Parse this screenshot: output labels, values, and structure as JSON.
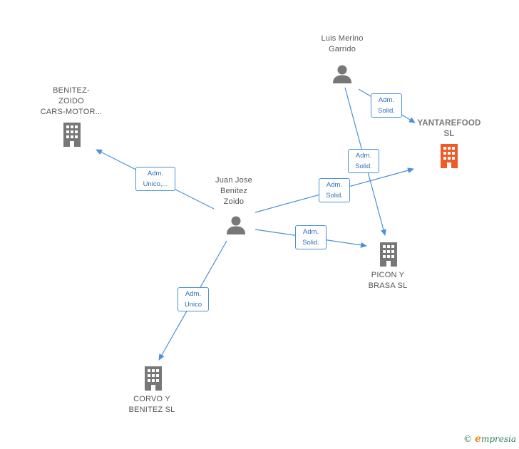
{
  "colors": {
    "edge": "#4a90d9",
    "building": "#777777",
    "highlight_building": "#f05a28",
    "person": "#777777"
  },
  "nodes": {
    "luis": {
      "label": "Luis Merino\nGarrido",
      "type": "person"
    },
    "juan": {
      "label": "Juan Jose\nBenitez\nZoido",
      "type": "person"
    },
    "benitez_cars": {
      "label": "BENITEZ-\nZOIDO\nCARS-MOTOR...",
      "type": "company"
    },
    "yantarefood": {
      "label": "YANTAREFOOD\nSL",
      "type": "company",
      "highlight": true
    },
    "picon": {
      "label": "PICON Y\nBRASA SL",
      "type": "company"
    },
    "corvo": {
      "label": "CORVO Y\nBENITEZ SL",
      "type": "company"
    }
  },
  "edges": {
    "luis_yantare": "Adm.\nSolid.",
    "luis_picon": "Adm.\nSolid.",
    "juan_benitez": "Adm.\nUnico,...",
    "juan_yantare": "Adm.\nSolid.",
    "juan_picon": "Adm.\nSolid.",
    "juan_corvo": "Adm.\nUnico"
  },
  "footer": {
    "copyright": "©",
    "brand_initial": "e",
    "brand_rest": "mpresia"
  }
}
